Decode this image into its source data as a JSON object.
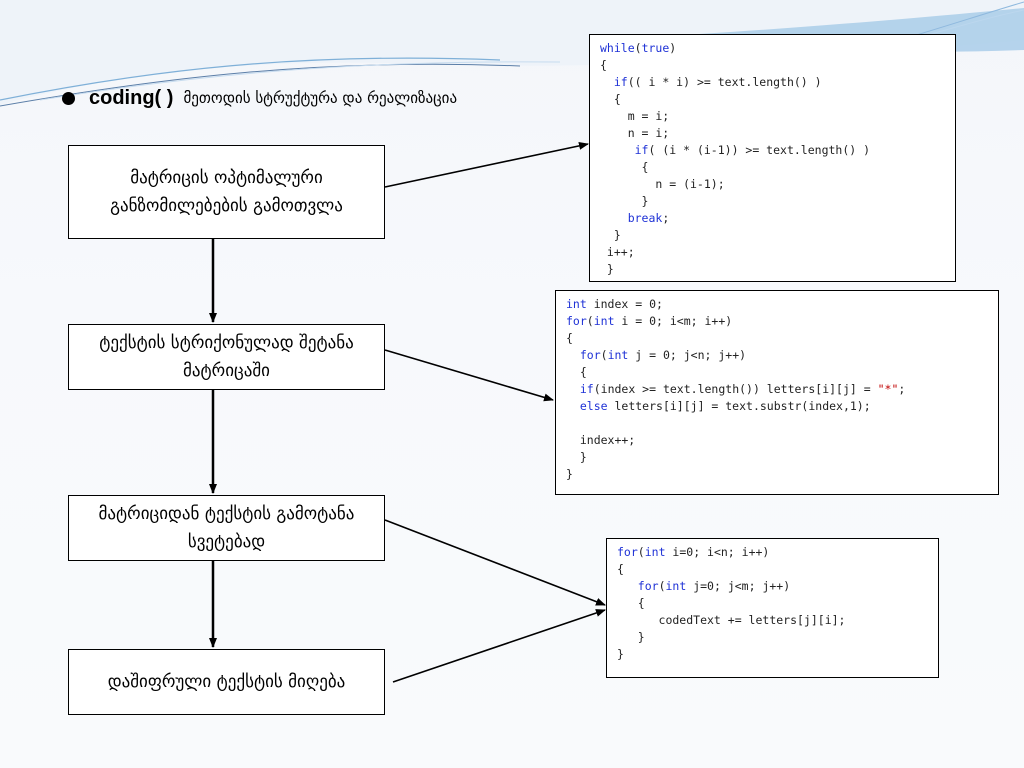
{
  "title": {
    "main": "coding( )",
    "sub": "მეთოდის სტრუქტურა და რეალიზაცია"
  },
  "flow_boxes": [
    {
      "id": "box1",
      "text": "მატრიცის ოპტიმალური განზომილებების გამოთვლა"
    },
    {
      "id": "box2",
      "text": "ტექსტის სტრიქონულად შეტანა მატრიცაში"
    },
    {
      "id": "box3",
      "text": "მატრიციდან ტექსტის გამოტანა სვეტებად"
    },
    {
      "id": "box4",
      "text": "დაშიფრული ტექსტის მიღება"
    }
  ],
  "code_blocks": [
    {
      "id": "code1",
      "lines": [
        "while(true)",
        "{",
        "  if(( i * i) >= text.length() )",
        "  {",
        "    m = i;",
        "    n = i;",
        "     if( (i * (i-1)) >= text.length() )",
        "      {",
        "        n = (i-1);",
        "      }",
        "    break;",
        "  }",
        " i++;",
        " }"
      ]
    },
    {
      "id": "code2",
      "lines": [
        "int index = 0;",
        "for(int i = 0; i<m; i++)",
        "{",
        "  for(int j = 0; j<n; j++)",
        "  {",
        "  if(index >= text.length()) letters[i][j] = \"*\";",
        "  else letters[i][j] = text.substr(index,1);",
        "",
        "  index++;",
        "  }",
        "}"
      ]
    },
    {
      "id": "code3",
      "lines": [
        "for(int i=0; i<n; i++)",
        "{",
        "   for(int j=0; j<m; j++)",
        "   {",
        "      codedText += letters[j][i];",
        "   }",
        "}"
      ]
    }
  ],
  "colors": {
    "keyword": "#1f32d6",
    "string": "#c00000",
    "swoosh": "#9ec4e4"
  }
}
